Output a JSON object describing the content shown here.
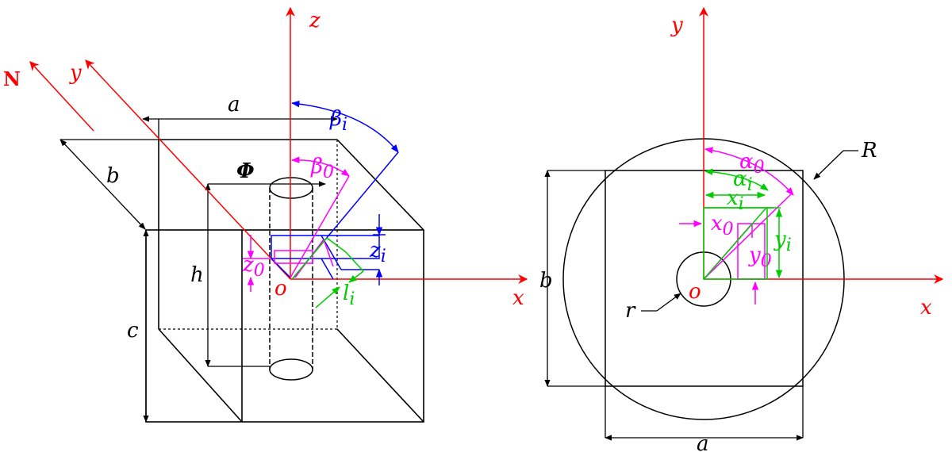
{
  "colors": {
    "black": "#000000",
    "red": "#ff0000",
    "blue": "#0000ff",
    "magenta": "#ff00ff",
    "green": "#00cc00"
  },
  "left_view": {
    "label_N": "N",
    "label_y": "y",
    "label_z": "z",
    "label_x": "x",
    "label_o": "o",
    "label_a": "a",
    "label_b": "b",
    "label_c": "c",
    "label_h": "h",
    "label_phi": "Φ",
    "label_beta_i": "β",
    "label_beta_i_sub": "i",
    "label_beta_0": "β",
    "label_beta_0_sub": "0",
    "label_z0": "z",
    "label_z0_sub": "0",
    "label_zi": "z",
    "label_zi_sub": "i",
    "label_li": "l",
    "label_li_sub": "i"
  },
  "right_view": {
    "label_y": "y",
    "label_x": "x",
    "label_o": "o",
    "label_a": "a",
    "label_b": "b",
    "label_R": "R",
    "label_r": "r",
    "label_alpha_0": "α",
    "label_alpha_0_sub": "0",
    "label_alpha_i": "α",
    "label_alpha_i_sub": "i",
    "label_x_i": "x",
    "label_x_i_sub": "i",
    "label_x_0": "x",
    "label_x_0_sub": "0",
    "label_y_i": "y",
    "label_y_i_sub": "i",
    "label_y_0": "y",
    "label_y_0_sub": "0"
  }
}
